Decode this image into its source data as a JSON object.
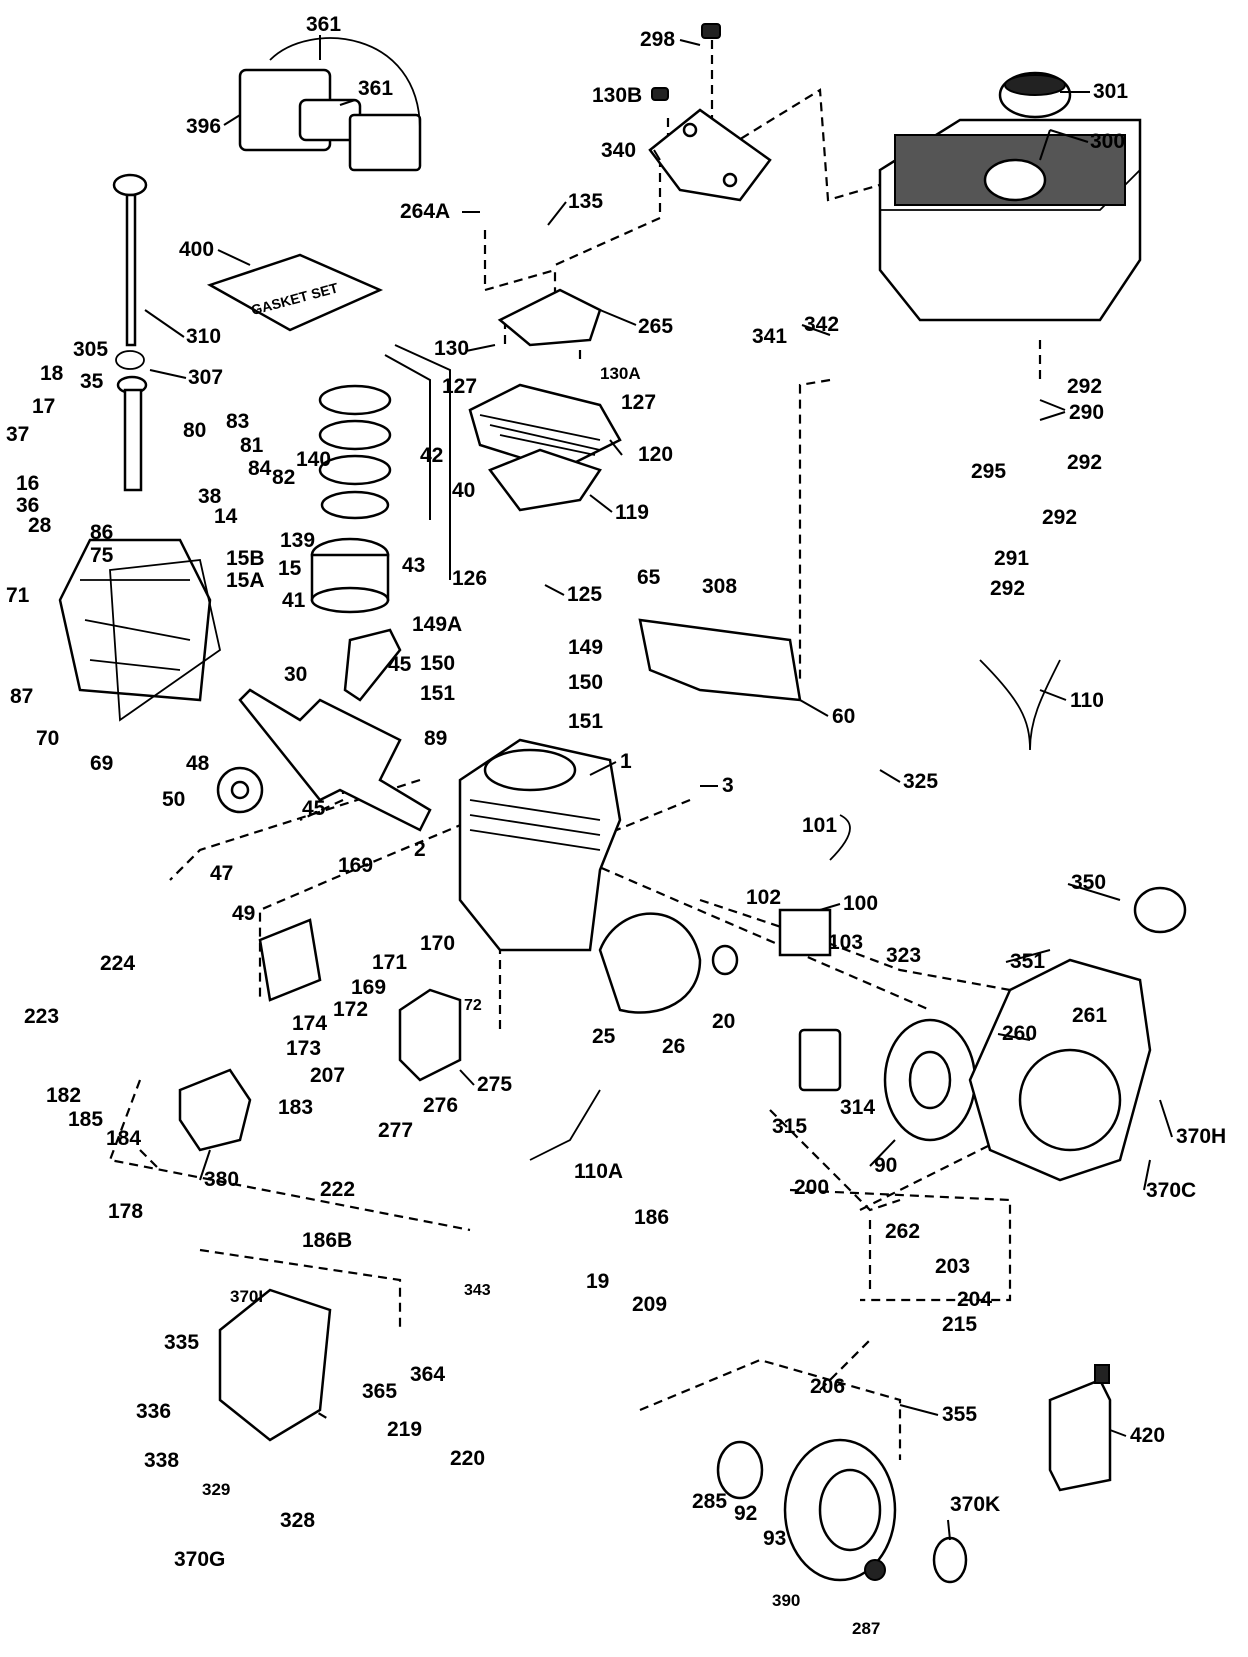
{
  "gasket_set_text": "GASKET SET",
  "labels": {
    "p361a": "361",
    "p361b": "361",
    "p396": "396",
    "p298": "298",
    "p130b": "130B",
    "p340": "340",
    "p301": "301",
    "p300": "300",
    "p264a": "264A",
    "p135": "135",
    "p265": "265",
    "p400": "400",
    "p310": "310",
    "p305": "305",
    "p307": "307",
    "p18": "18",
    "p35": "35",
    "p17": "17",
    "p37": "37",
    "p16": "16",
    "p36": "36",
    "p28": "28",
    "p86": "86",
    "p75": "75",
    "p71": "71",
    "p87": "87",
    "p70": "70",
    "p69": "69",
    "p80": "80",
    "p83": "83",
    "p81": "81",
    "p84": "84",
    "p82": "82",
    "p38": "38",
    "p14": "14",
    "p15b": "15B",
    "p15a": "15A",
    "p15": "15",
    "p140": "140",
    "p139": "139",
    "p130": "130",
    "p130a": "130A",
    "p127a": "127",
    "p127b": "127",
    "p120": "120",
    "p119": "119",
    "p42": "42",
    "p40": "40",
    "p41": "41",
    "p43": "43",
    "p341": "341",
    "p342": "342",
    "p292a": "292",
    "p290": "290",
    "p292b": "292",
    "p295": "295",
    "p292c": "292",
    "p291": "291",
    "p292d": "292",
    "p126": "126",
    "p125": "125",
    "p149a": "149A",
    "p149": "149",
    "p150a": "150",
    "p150b": "150",
    "p151a": "151",
    "p151b": "151",
    "p65": "65",
    "p308": "308",
    "p60": "60",
    "p30": "30",
    "p45a": "45",
    "p89": "89",
    "p48": "48",
    "p50": "50",
    "p45b": "45",
    "p47": "47",
    "p49": "49",
    "p1": "1",
    "p3": "3",
    "p110": "110",
    "p325": "325",
    "p2": "2",
    "p169a": "169",
    "p170": "170",
    "p171": "171",
    "p169b": "169",
    "p172": "172",
    "p174": "174",
    "p173": "173",
    "p72": "72",
    "p101": "101",
    "p102": "102",
    "p100": "100",
    "p103": "103",
    "p323": "323",
    "p350": "350",
    "p351": "351",
    "p261": "261",
    "p260": "260",
    "p224": "224",
    "p223": "223",
    "p182": "182",
    "p185": "185",
    "p184": "184",
    "p207": "207",
    "p275": "275",
    "p276": "276",
    "p277": "277",
    "p183": "183",
    "p380": "380",
    "p222": "222",
    "p178": "178",
    "p186b": "186B",
    "p25": "25",
    "p26": "26",
    "p20": "20",
    "p315": "315",
    "p314": "314",
    "p90": "90",
    "p370h": "370H",
    "p370c": "370C",
    "p110a": "110A",
    "p200": "200",
    "p186": "186",
    "p262": "262",
    "p19": "19",
    "p203": "203",
    "p209": "209",
    "p204": "204",
    "p215": "215",
    "p206": "206",
    "p343": "343",
    "p370i": "370I",
    "p335": "335",
    "p364": "364",
    "p365": "365",
    "p336": "336",
    "p338": "338",
    "p219": "219",
    "p220": "220",
    "p329": "329",
    "p328": "328",
    "p370g": "370G",
    "p355": "355",
    "p285": "285",
    "p92": "92",
    "p93": "93",
    "p390": "390",
    "p287": "287",
    "p370k": "370K",
    "p420": "420"
  }
}
